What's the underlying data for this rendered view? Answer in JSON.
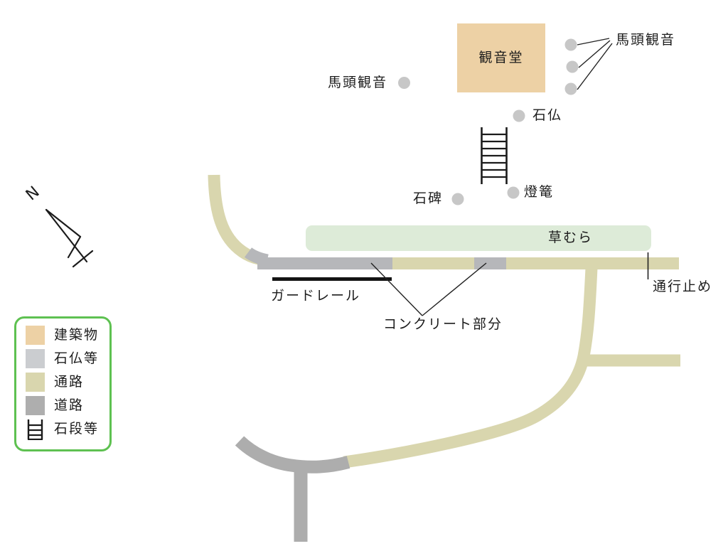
{
  "map": {
    "building_label": "観音堂",
    "bato_kannon_left": "馬頭観音",
    "bato_kannon_right": "馬頭観音",
    "sekibutsu_label": "石仏",
    "sekihi_label": "石碑",
    "toro_label": "燈篭",
    "grass_label": "草むら",
    "guardrail_label": "ガードレール",
    "concrete_label": "コンクリート部分",
    "closed_label": "通行止め",
    "compass_letter": "N"
  },
  "legend": {
    "items": [
      {
        "label": "建築物",
        "swatch_color": "#edd1a5"
      },
      {
        "label": "石仏等",
        "swatch_color": "#cbcdd0"
      },
      {
        "label": "通路",
        "swatch_color": "#d9d6ae"
      },
      {
        "label": "道路",
        "swatch_color": "#aeaeae"
      },
      {
        "label": "石段等",
        "swatch_color": "ladder-icon"
      }
    ]
  },
  "colors": {
    "building": "#edd1a5",
    "stone_marker": "#c7c7c7",
    "path": "#d9d6ae",
    "road": "#adadad",
    "concrete": "#b6b7ba",
    "grass": "#ddebd8",
    "legend_border": "#5ec151",
    "ink": "#1c1c1c"
  }
}
